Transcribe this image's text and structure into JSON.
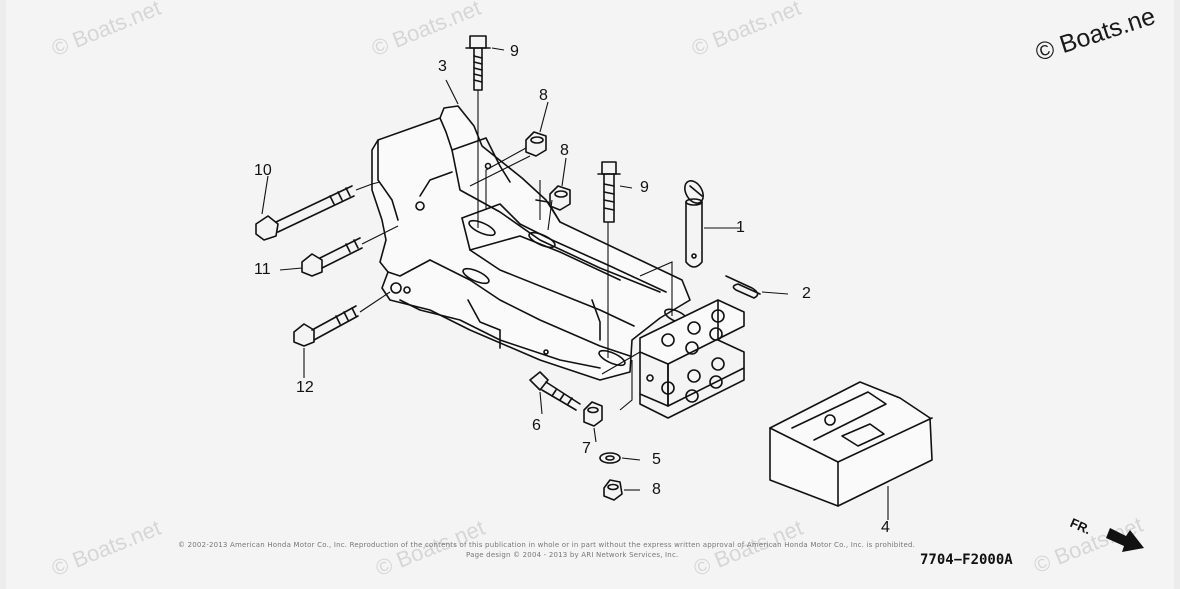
{
  "watermarks": [
    "© Boats.net",
    "© Boats.net",
    "© Boats.net",
    "© Boats.net",
    "© Boats.net",
    "© Boats.net",
    "© Boats.net"
  ],
  "copyright_corner": "© Boats.ne",
  "callouts": {
    "c1": "1",
    "c2": "2",
    "c3": "3",
    "c4": "4",
    "c5": "5",
    "c6": "6",
    "c7": "7",
    "c8a": "8",
    "c8b": "8",
    "c8c": "8",
    "c9a": "9",
    "c9b": "9",
    "c10": "10",
    "c11": "11",
    "c12": "12"
  },
  "footer": {
    "line1": "© 2002-2013 American Honda Motor Co., Inc. Reproduction of the contents of this publication in whole or in part without the express written approval of American Honda Motor Co., Inc. is prohibited.",
    "line2": "Page design © 2004 - 2013 by ARI Network Services, Inc."
  },
  "diagram_code": "7704−F2000A",
  "direction_label": "FR.",
  "icons": {
    "front_arrow": "arrow-down-right-icon"
  }
}
